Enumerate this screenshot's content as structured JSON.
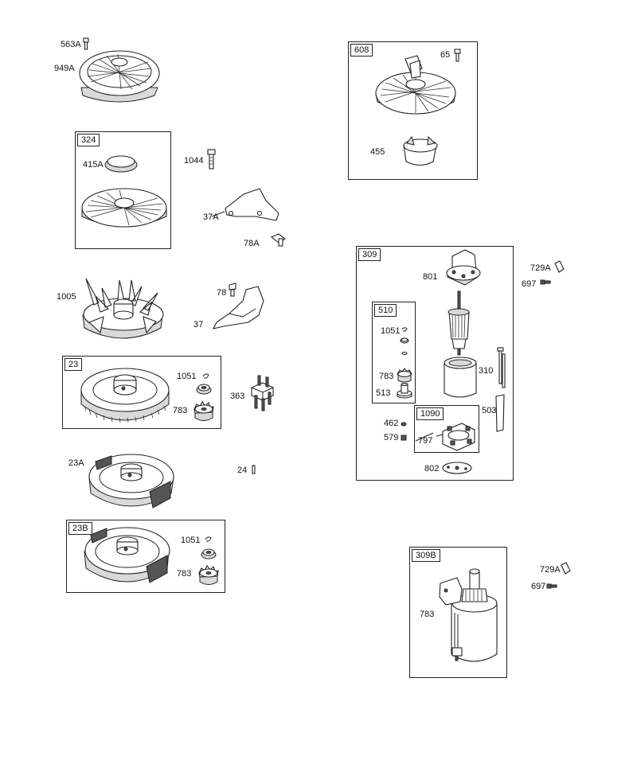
{
  "groups": {
    "g324": "324",
    "g23": "23",
    "g23b": "23B",
    "g608": "608",
    "g309": "309",
    "g510": "510",
    "g1090": "1090",
    "g309b": "309B"
  },
  "parts": {
    "p563a": "563A",
    "p949a": "949A",
    "p415a": "415A",
    "p1044": "1044",
    "p37a": "37A",
    "p78a": "78A",
    "p1005": "1005",
    "p78": "78",
    "p37": "37",
    "p1051_a": "1051",
    "p783_a": "783",
    "p363": "363",
    "p23a": "23A",
    "p24": "24",
    "p1051_b": "1051",
    "p783_b": "783",
    "p65": "65",
    "p455": "455",
    "p801": "801",
    "p729a_a": "729A",
    "p697_a": "697",
    "p1051_c": "1051",
    "p783_c": "783",
    "p513": "513",
    "p310": "310",
    "p462": "462",
    "p579": "579",
    "p797": "797",
    "p503": "503",
    "p802": "802",
    "p783_d": "783",
    "p729a_b": "729A",
    "p697_b": "697"
  }
}
